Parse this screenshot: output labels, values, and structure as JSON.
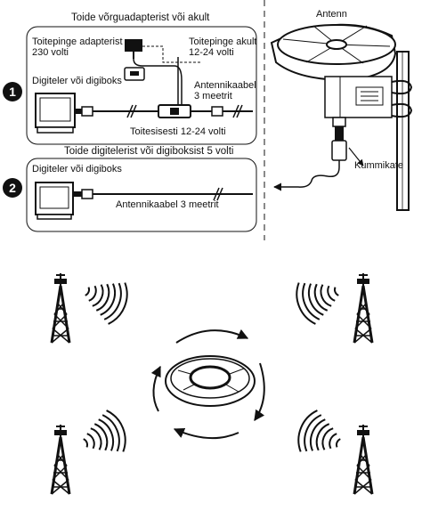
{
  "panel1": {
    "title": "Toide võrguadapterist või akult",
    "number": "1",
    "adapter": "Toitepinge adapterist\n230 volti",
    "battery": "Toitepinge akult\n12-24 volti",
    "tv": "Digiteler või digiboks",
    "cable": "Antennikaabel\n3 meetrit",
    "insert": "Toitesisesti 12-24 volti"
  },
  "panel2": {
    "title": "Toide digitelerist või digiboksist 5 volti",
    "number": "2",
    "tv": "Digiteler või digiboks",
    "cable": "Antennikaabel 3 meetrit"
  },
  "antenna": {
    "title": "Antenn",
    "hose": "Kummikate"
  },
  "colors": {
    "ink": "#111111",
    "divider": "#8a8a8a"
  }
}
